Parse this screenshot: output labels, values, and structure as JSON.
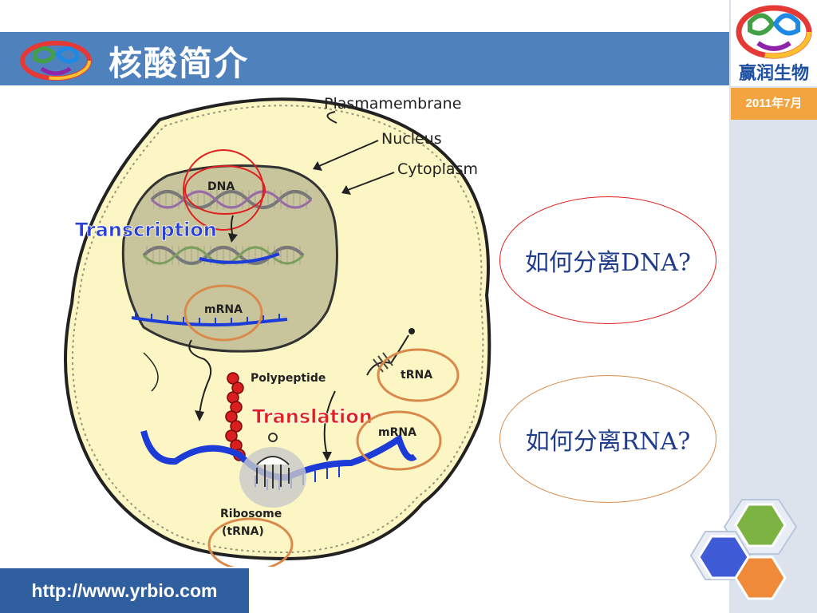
{
  "header": {
    "title": "核酸简介"
  },
  "brand": {
    "name": "赢润生物",
    "date": "2011年7月"
  },
  "footer": {
    "url": "http://www.yrbio.com"
  },
  "diagram": {
    "labels": {
      "plasma_membrane": "Plasmamembrane",
      "nucleus": "Nucleus",
      "cytoplasm": "Cytoplasm",
      "dna": "DNA",
      "transcription": "Transcription",
      "mrna_nucleus": "mRNA",
      "polypeptide": "Polypeptide",
      "trna": "tRNA",
      "translation": "Translation",
      "mrna_cytoplasm": "mRNA",
      "ribosome": "Ribosome",
      "ribosome_trna": "(tRNA)"
    }
  },
  "questions": {
    "dna": "如何分离DNA?",
    "rna": "如何分离RNA?"
  },
  "colors": {
    "header_blue": "#4f81bd",
    "footer_blue": "#2f5f9e",
    "date_orange": "#f4a43e",
    "cell_fill": "#fbf6c4",
    "nucleus_fill": "#c8c59c",
    "question_text": "#1f3d8c",
    "circle_red": "#e02020",
    "circle_orange": "#d98a4a"
  }
}
